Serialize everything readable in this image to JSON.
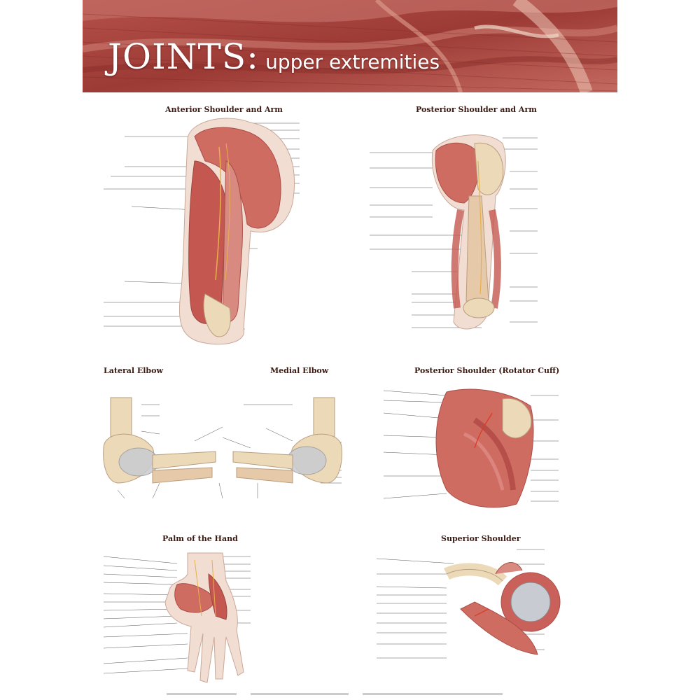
{
  "header": {
    "title": "JOINTS:",
    "subtitle": "upper extremities"
  },
  "panels": {
    "anterior_shoulder_arm": "Anterior Shoulder and Arm",
    "posterior_shoulder_arm": "Posterior Shoulder and Arm",
    "lateral_elbow": "Lateral Elbow",
    "medial_elbow": "Medial Elbow",
    "rotator_cuff": "Posterior Shoulder (Rotator Cuff)",
    "palm_hand": "Palm of the Hand",
    "superior_shoulder": "Superior Shoulder"
  },
  "colors": {
    "muscle": "#c9605a",
    "muscle_dark": "#a53c38",
    "bone": "#ecd9b8",
    "cartilage": "#c9cbd2",
    "label": "#2e2e2e",
    "banner": "#a8423c"
  },
  "icons": {
    "banner_art": "muscle-texture-illustration"
  }
}
